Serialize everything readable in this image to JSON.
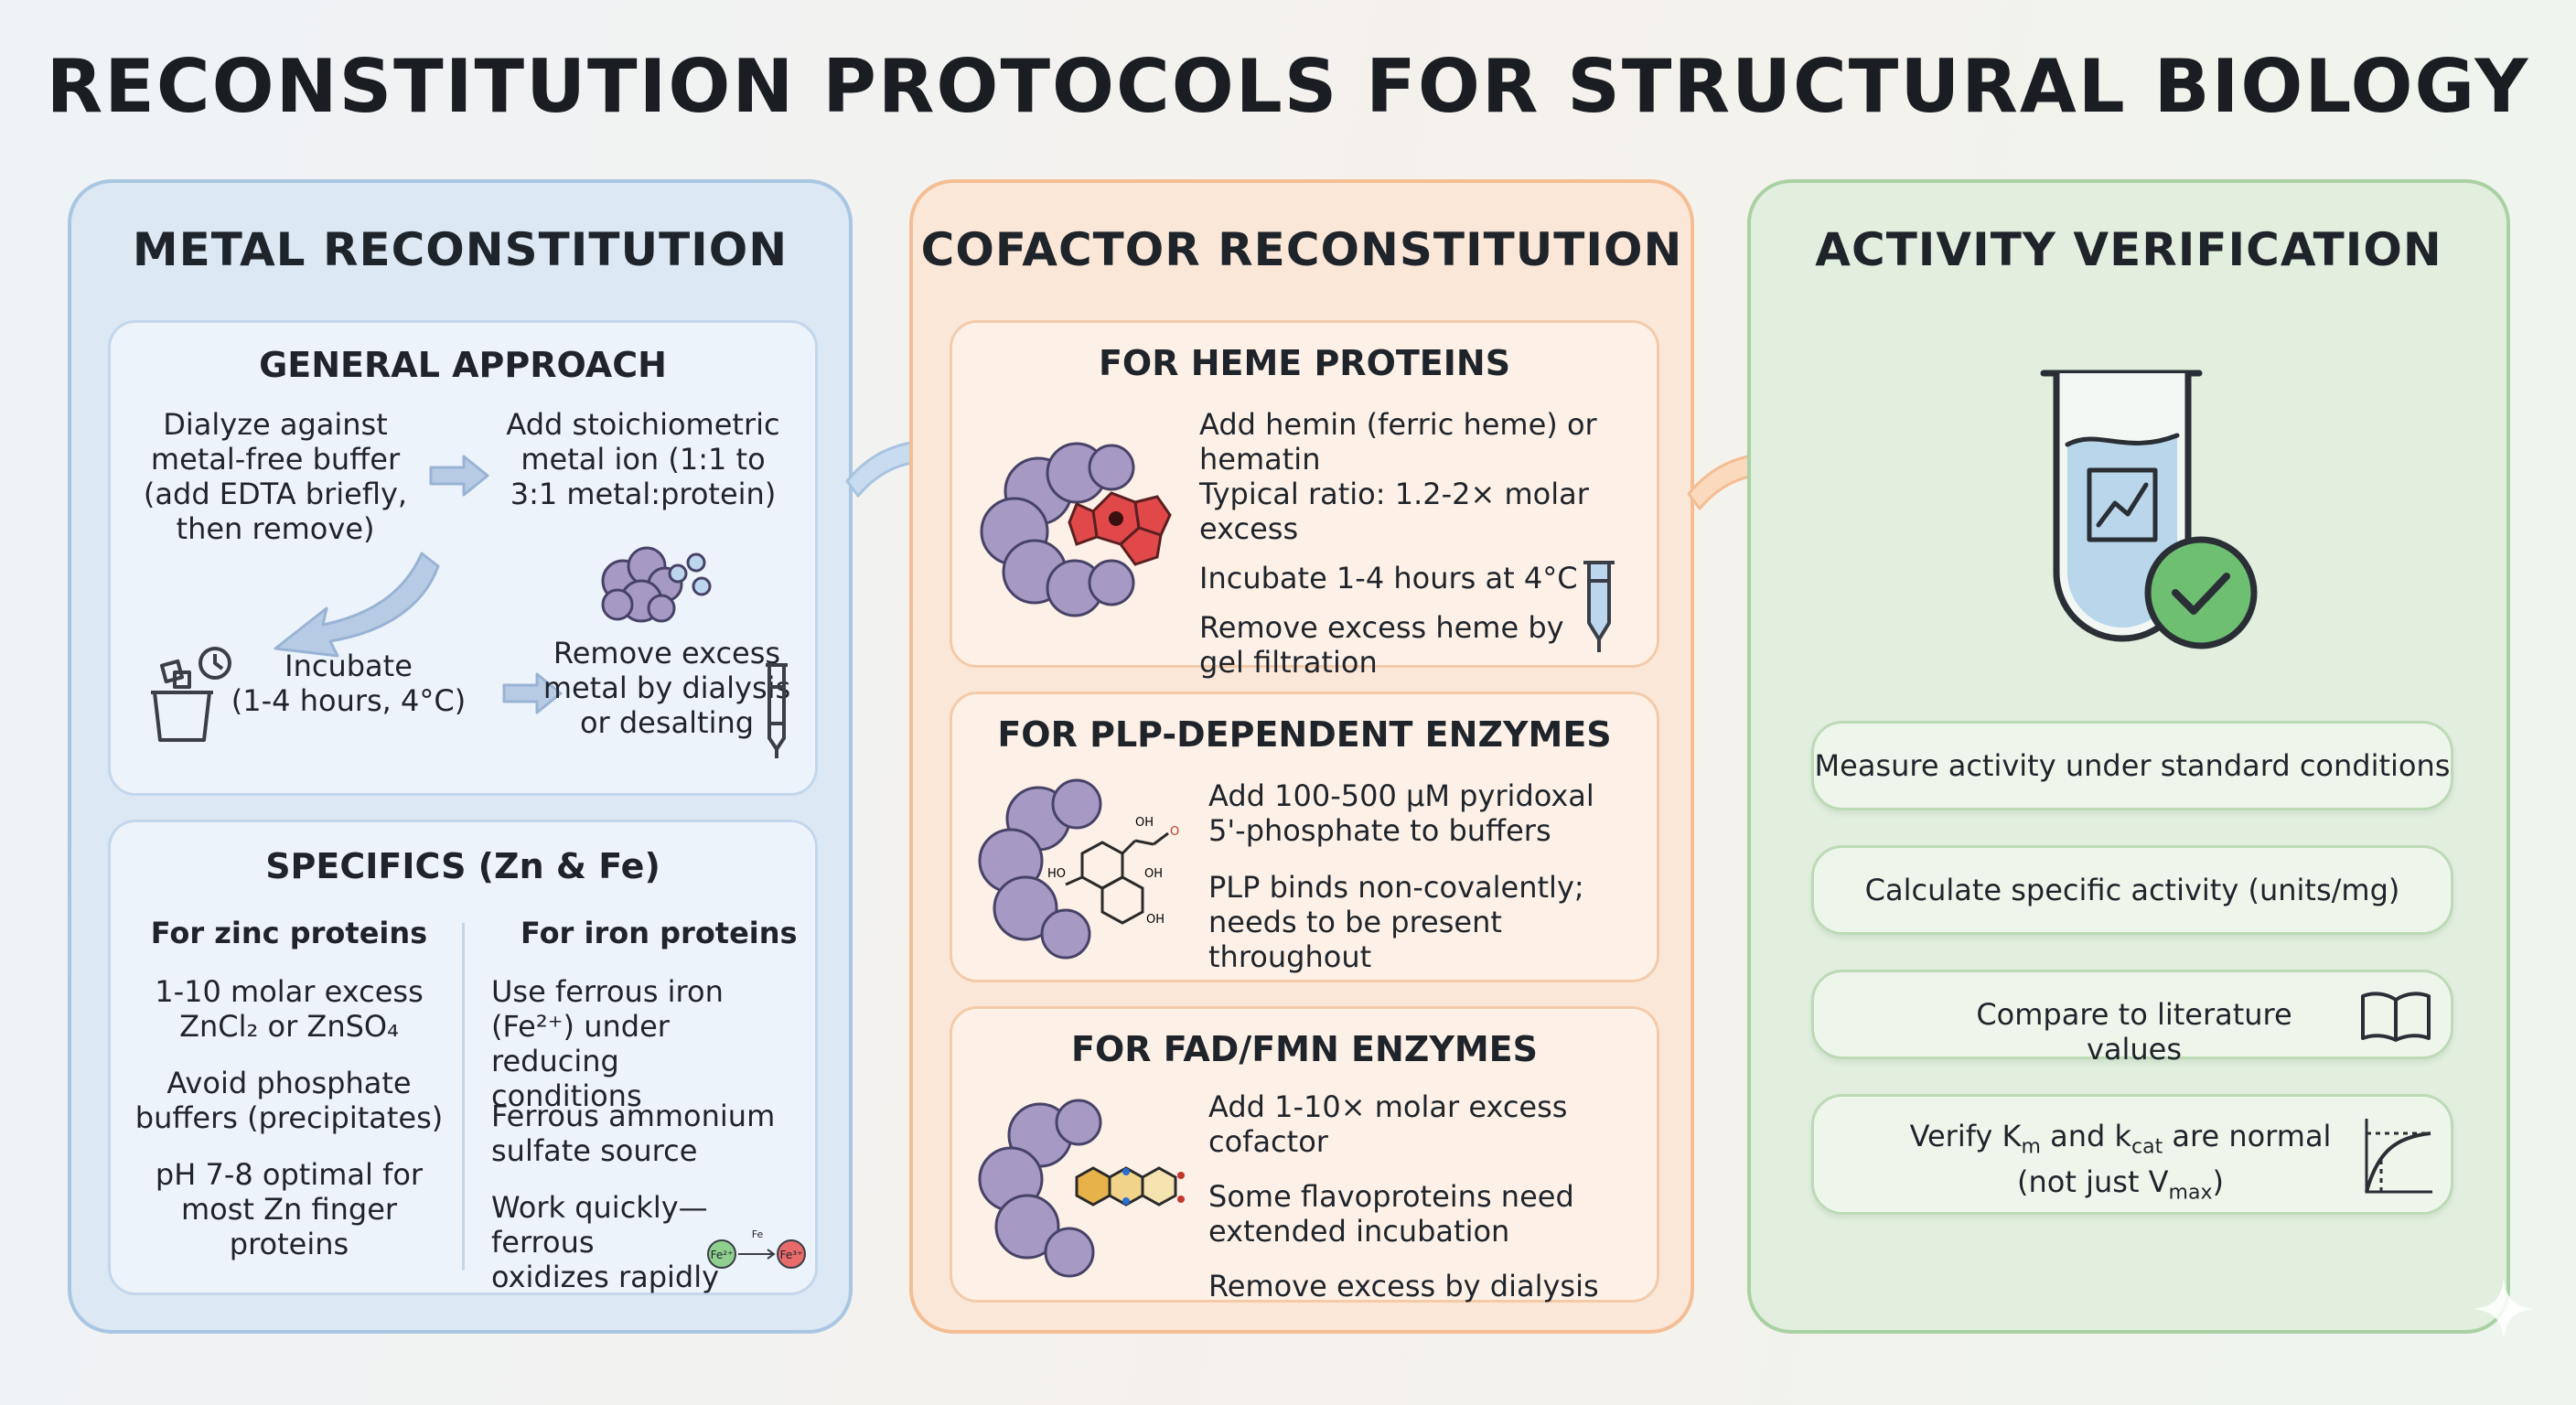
{
  "title": "RECONSTITUTION PROTOCOLS FOR STRUCTURAL BIOLOGY",
  "metal": {
    "title": "METAL RECONSTITUTION",
    "general": {
      "title": "GENERAL APPROACH",
      "step1": [
        "Dialyze against",
        "metal-free buffer",
        "(add EDTA briefly,",
        "then remove)"
      ],
      "step2": [
        "Add stoichiometric",
        "metal ion (1:1 to",
        "3:1 metal:protein)"
      ],
      "step3": [
        "Incubate",
        "(1-4 hours, 4°C)"
      ],
      "step4": [
        "Remove excess",
        "metal by dialysis",
        "or desalting"
      ]
    },
    "specifics": {
      "title": "SPECIFICS (Zn & Fe)",
      "zinc_header": "For zinc proteins",
      "zinc_items": [
        [
          "1-10 molar excess",
          "ZnCl₂ or ZnSO₄"
        ],
        [
          "Avoid phosphate",
          "buffers (precipitates)"
        ],
        [
          "pH 7-8 optimal for",
          "most Zn finger",
          "proteins"
        ]
      ],
      "iron_header": "For iron proteins",
      "iron_items": [
        [
          "Use ferrous iron",
          "(Fe²⁺) under reducing",
          "conditions"
        ],
        [
          "Ferrous ammonium",
          "sulfate source"
        ],
        [
          "Work quickly—ferrous",
          "oxidizes rapidly"
        ]
      ],
      "fe_labels": {
        "fe2": "Fe²⁺",
        "fe": "Fe",
        "fe3": "Fe³⁺"
      }
    }
  },
  "cofactor": {
    "title": "COFACTOR RECONSTITUTION",
    "heme": {
      "title": "FOR HEME PROTEINS",
      "lines": [
        "Add hemin (ferric heme) or",
        "hematin",
        "Typical ratio: 1.2-2× molar excess",
        "Incubate 1-4 hours at 4°C",
        "Remove excess heme by",
        "gel filtration"
      ]
    },
    "plp": {
      "title": "FOR PLP-DEPENDENT ENZYMES",
      "lines": [
        "Add 100-500 μM pyridoxal",
        "5'-phosphate to buffers",
        "PLP binds non-covalently;",
        "needs to be present throughout"
      ],
      "mol_labels": [
        "OH",
        "OH",
        "HO",
        "OH",
        "O"
      ]
    },
    "fad": {
      "title": "FOR FAD/FMN ENZYMES",
      "lines": [
        "Add 1-10× molar excess cofactor",
        "Some flavoproteins need",
        "extended incubation",
        "Remove excess by dialysis"
      ]
    }
  },
  "activity": {
    "title": "ACTIVITY VERIFICATION",
    "items": [
      "Measure activity under standard conditions",
      "Calculate specific activity (units/mg)",
      "Compare to literature values"
    ],
    "verify": {
      "pre": "Verify K",
      "km_sub": "m",
      "mid": " and k",
      "kcat_sub": "cat",
      "post": " are normal",
      "line2_pre": "(not just V",
      "vmax_sub": "max",
      "line2_post": ")"
    }
  },
  "colors": {
    "blue_panel": "#dce8f4",
    "orange_panel": "#fbe7d8",
    "green_panel": "#e2efdf",
    "heme_red": "#e0484a",
    "protein_purple": "#a69ac4",
    "check_green": "#6fbf73"
  }
}
